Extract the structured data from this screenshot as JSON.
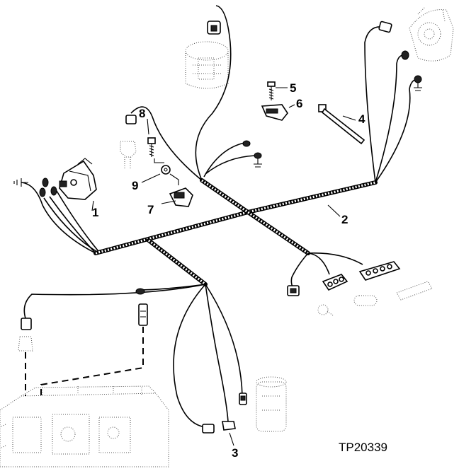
{
  "figure_id": "TP20339",
  "callouts": [
    {
      "id": "1",
      "label": "1"
    },
    {
      "id": "2",
      "label": "2"
    },
    {
      "id": "3",
      "label": "3"
    },
    {
      "id": "4",
      "label": "4"
    },
    {
      "id": "5",
      "label": "5"
    },
    {
      "id": "6",
      "label": "6"
    },
    {
      "id": "7",
      "label": "7"
    },
    {
      "id": "8",
      "label": "8"
    },
    {
      "id": "9",
      "label": "9"
    }
  ]
}
